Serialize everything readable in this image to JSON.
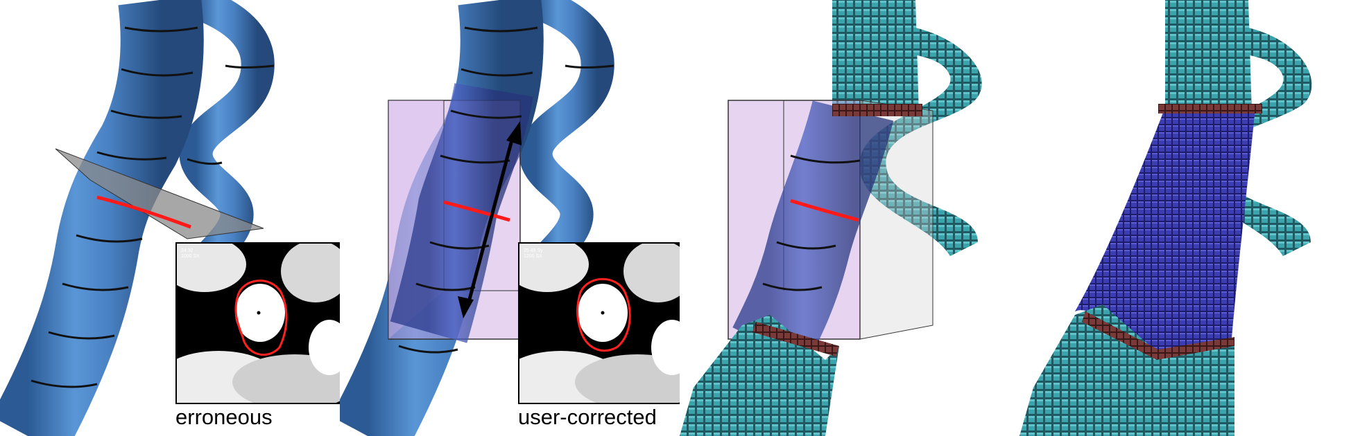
{
  "figure": {
    "panels": [
      {
        "id": "erroneous",
        "caption": "erroneous",
        "inset_readout": "24 32\n1000 SX"
      },
      {
        "id": "user-corrected",
        "caption": "user-corrected",
        "inset_readout": "25 49 Sy\n1200 SX"
      },
      {
        "id": "voxel-with-box",
        "caption": ""
      },
      {
        "id": "voxel-final",
        "caption": ""
      }
    ],
    "colors": {
      "vessel": "#4a82c4",
      "vessel_dark": "#2f5f9c",
      "voxel": "#3aa0a8",
      "voxel_dark": "#1f5d66",
      "corrected_voxel": "#3a3ca8",
      "contour": "#ff2020",
      "box": "#c8a0e0"
    }
  }
}
